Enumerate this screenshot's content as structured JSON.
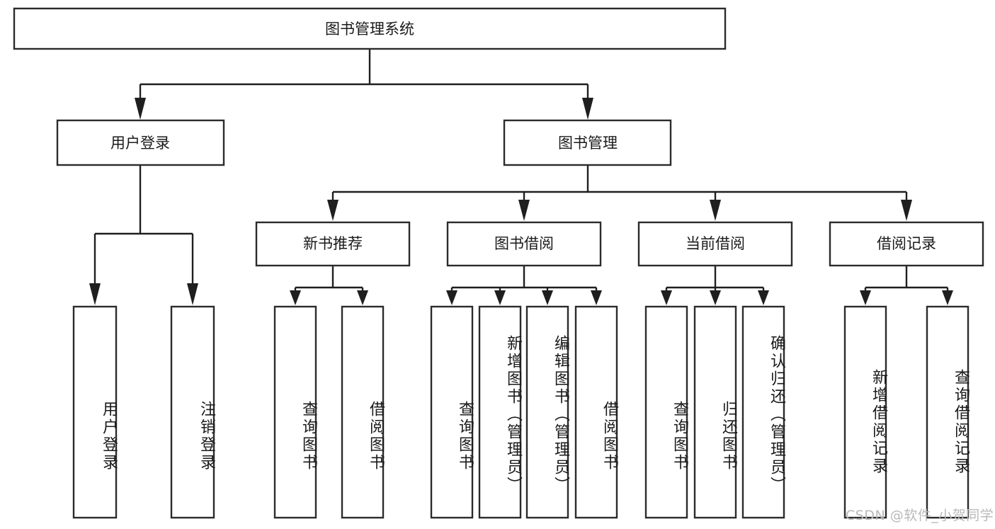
{
  "diagram": {
    "type": "tree-hierarchy",
    "title": "图书管理系统",
    "root": {
      "label": "图书管理系统"
    },
    "level2": [
      {
        "label": "用户登录"
      },
      {
        "label": "图书管理"
      }
    ],
    "level3": [
      {
        "label": "新书推荐"
      },
      {
        "label": "图书借阅"
      },
      {
        "label": "当前借阅"
      },
      {
        "label": "借阅记录"
      }
    ],
    "leaves": [
      {
        "label": "用户登录",
        "parent": "用户登录"
      },
      {
        "label": "注销登录",
        "parent": "用户登录"
      },
      {
        "label": "查询图书",
        "parent": "新书推荐"
      },
      {
        "label": "借阅图书",
        "parent": "新书推荐"
      },
      {
        "label": "查询图书",
        "parent": "图书借阅"
      },
      {
        "label": "新增图书（管理员）",
        "parent": "图书借阅"
      },
      {
        "label": "编辑图书（管理员）",
        "parent": "图书借阅"
      },
      {
        "label": "借阅图书",
        "parent": "图书借阅"
      },
      {
        "label": "查询图书",
        "parent": "当前借阅"
      },
      {
        "label": "归还图书",
        "parent": "当前借阅"
      },
      {
        "label": "确认归还（管理员）",
        "parent": "当前借阅"
      },
      {
        "label": "新增借阅记录",
        "parent": "借阅记录"
      },
      {
        "label": "查询借阅记录",
        "parent": "借阅记录"
      }
    ]
  },
  "watermark": {
    "text": "CSDN @软件_小贺同学"
  },
  "colors": {
    "box_stroke": "#2b2b2b",
    "connector": "#1f1f1f",
    "background": "#ffffff",
    "text": "#1a1a1a",
    "watermark": "#b9b9b9"
  }
}
